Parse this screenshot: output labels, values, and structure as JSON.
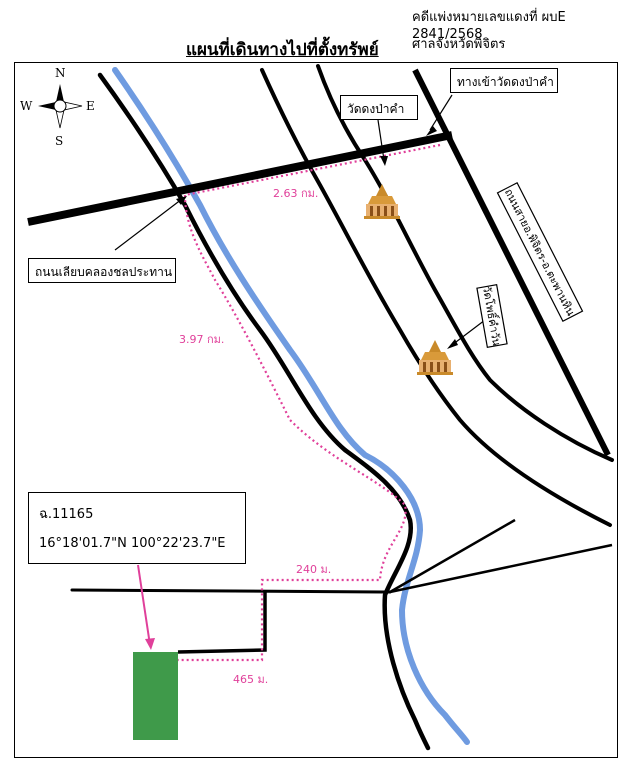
{
  "header": {
    "case_number": "คดีแพ่งหมายเลขแดงที่ ผบE 2841/2568",
    "court": "ศาลจังหวัดพิจิตร",
    "title": "แผนที่เดินทางไปที่ตั้งทรัพย์"
  },
  "compass": {
    "n": "N",
    "s": "S",
    "e": "E",
    "w": "W"
  },
  "labels": {
    "temple_entrance": "ทางเข้าวัดดงป่าคำ",
    "temple_dong_pa_kham": "วัดดงป่าคำ",
    "canal_road": "ถนนเลียบคลองชลประทาน",
    "highway": "ถนนสายอ.พิจิตร-อ.ตะพานหิน",
    "temple_2": "วัดโพธิ์คำวัน"
  },
  "distances": {
    "d1": "2.63 กม.",
    "d2": "3.97 กม.",
    "d3": "240 ม.",
    "d4": "465 ม."
  },
  "property": {
    "deed": "ฉ.11165",
    "coordinates": "16°18'01.7\"N 100°22'23.7\"E"
  },
  "colors": {
    "river": "#6f9be0",
    "route": "#e0409a",
    "plot": "#3f9a4a",
    "road": "#000000"
  }
}
